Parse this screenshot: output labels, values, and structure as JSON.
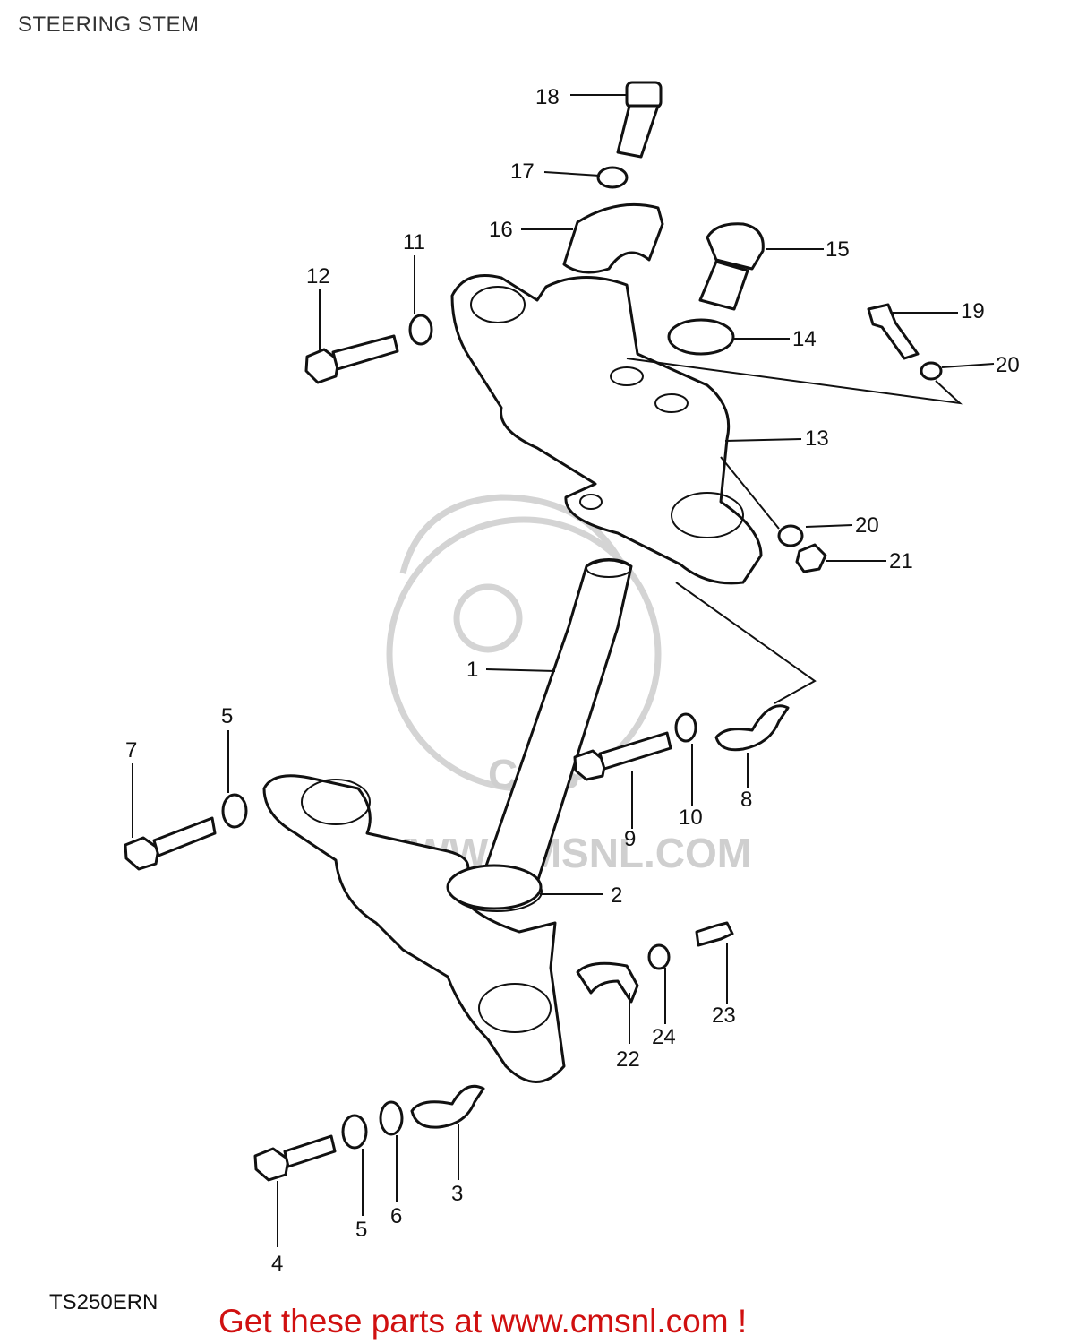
{
  "header": {
    "title": "STEERING STEM"
  },
  "footer": {
    "model_code": "TS250ERN",
    "promo": "Get these parts at www.cmsnl.com !"
  },
  "watermark": {
    "text": "WWW.CMSNL.COM",
    "logo": "CMS"
  },
  "callouts": {
    "c1": "1",
    "c2": "2",
    "c3": "3",
    "c4": "4",
    "c5a": "5",
    "c5b": "5",
    "c6": "6",
    "c7": "7",
    "c8": "8",
    "c9": "9",
    "c10": "10",
    "c11": "11",
    "c12": "12",
    "c13": "13",
    "c14": "14",
    "c15": "15",
    "c16": "16",
    "c17": "17",
    "c18": "18",
    "c19": "19",
    "c20a": "20",
    "c20b": "20",
    "c21": "21",
    "c22": "22",
    "c23": "23",
    "c24": "24"
  },
  "colors": {
    "promo": "#d01010",
    "line": "#111111",
    "watermark": "#d4d4d4"
  }
}
